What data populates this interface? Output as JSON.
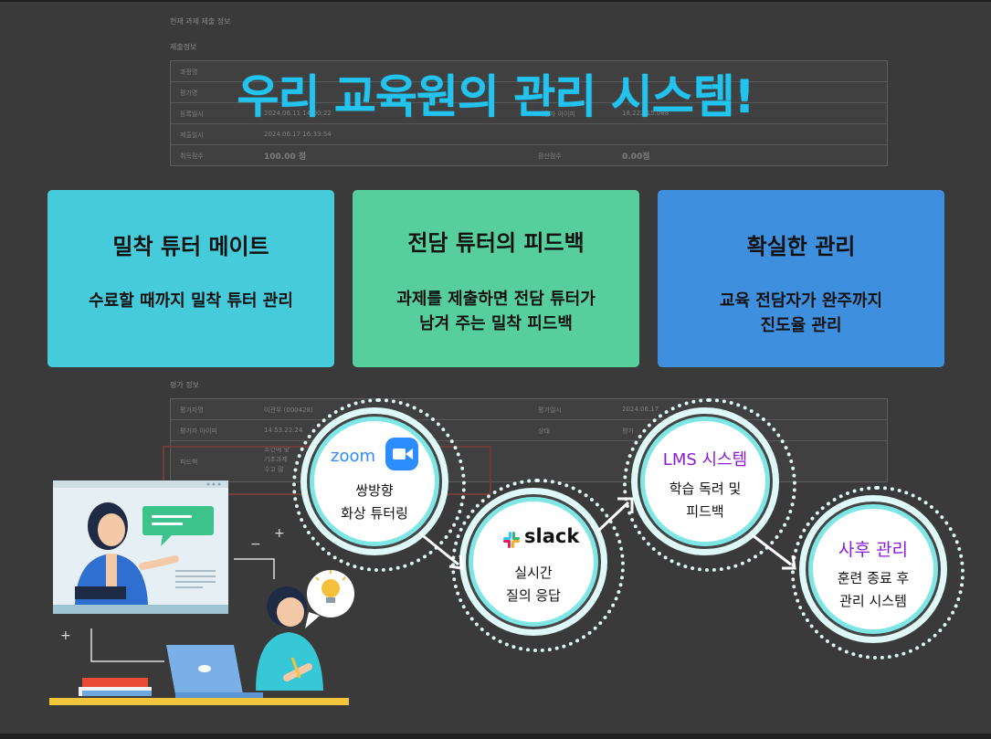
{
  "headline": "우리 교육원의 관리 시스템!",
  "cards": [
    {
      "title": "밀착  튜터 메이트",
      "desc": "수료할 때까지 밀착 튜터 관리"
    },
    {
      "title": "전담 튜터의 피드백",
      "desc": "과제를 제출하면 전담 튜터가\n남겨 주는 밀착 피드백"
    },
    {
      "title": "확실한 관리",
      "desc": "교육 전담자가  완주까지\n진도율 관리"
    }
  ],
  "steps": [
    {
      "brand": "zoom",
      "icon": "zoom-camera-icon",
      "text": "쌍방향\n화상 튜터링"
    },
    {
      "brand": "slack",
      "icon": "slack-logo-icon",
      "text": "실시간\n질의 응답"
    },
    {
      "title": "LMS 시스템",
      "text": "학습 독려 및\n피드백"
    },
    {
      "title": "사후 관리",
      "text": "훈련 종료 후\n관리 시스템"
    }
  ],
  "background_form": {
    "section1": "현재 과제 제출 정보",
    "section2": "제출정보",
    "rows": [
      {
        "label": "과정명",
        "value": "",
        "label2": "",
        "value2": ""
      },
      {
        "label": "평가명",
        "value": "",
        "label2": "",
        "value2": ""
      },
      {
        "label": "등록일시",
        "value": "2024.06.11 14:00:22",
        "label2": "제출자 아이피",
        "value2": "18.222.15.088"
      },
      {
        "label": "제출일시",
        "value": "2024.06.17 16:33:54",
        "label2": "",
        "value2": ""
      },
      {
        "label": "취득점수",
        "value": "100.00 점",
        "label2": "환산점수",
        "value2": "0.00점"
      }
    ],
    "section3": "평가 정보",
    "rows2": [
      {
        "label": "평가자명",
        "value": "이관우 (000428)",
        "label2": "평가일시",
        "value2": "2024.06.17"
      },
      {
        "label": "평가자 아이피",
        "value": "14.53.22.24",
        "label2": "상태",
        "value2": "평가"
      },
      {
        "label": "피드백",
        "value": "조건에 맞\n기초과제\n수고 많",
        "label2": "",
        "value2": ""
      }
    ]
  },
  "colors": {
    "headline": "#22c3ee",
    "card1": "#45cbd9",
    "card2": "#56cf9c",
    "card3": "#3f8fdf",
    "ring": "#7fe6e6",
    "accent_purple": "#8a1bd8",
    "zoom_blue": "#2d8cff"
  }
}
